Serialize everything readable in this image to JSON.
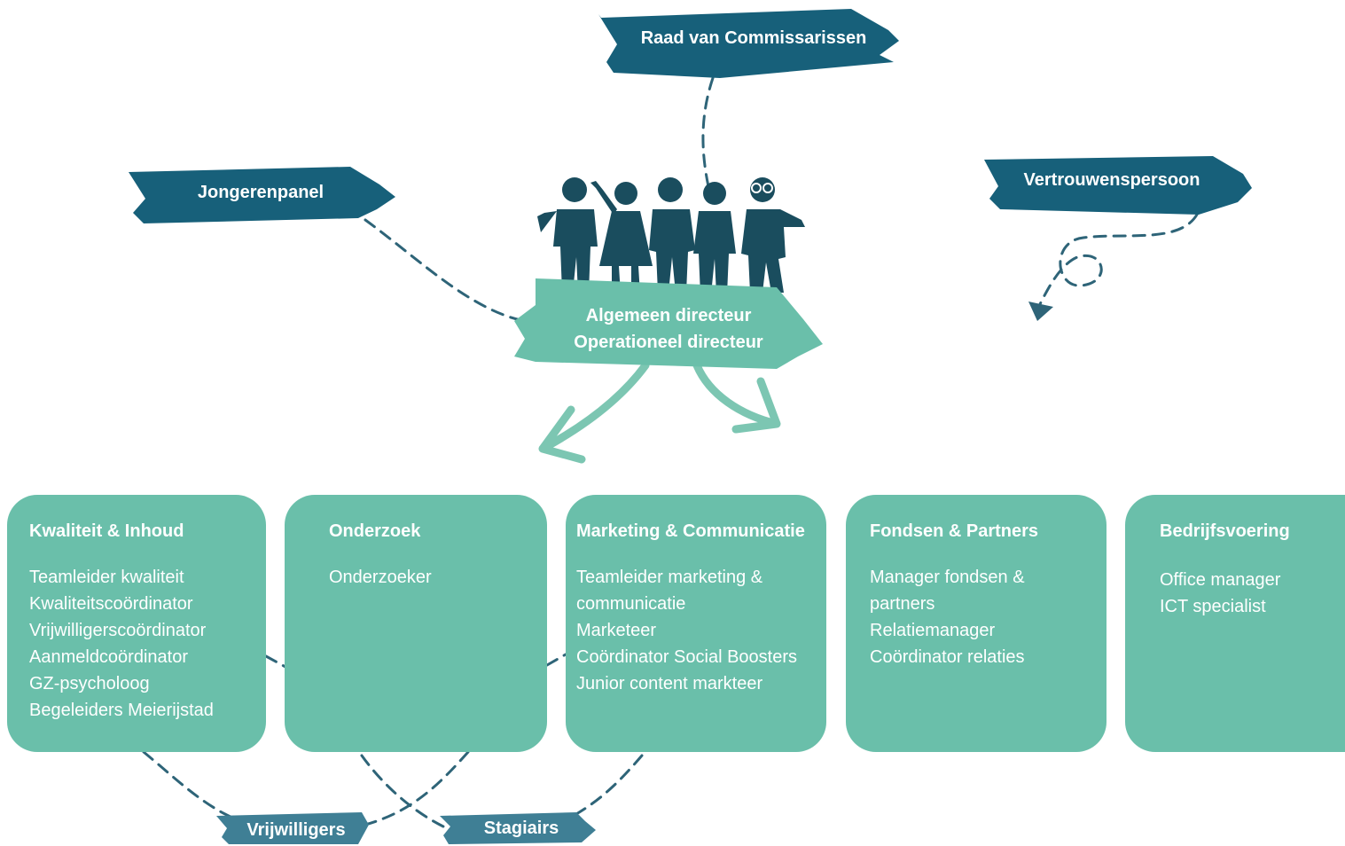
{
  "top_banner": "Raad van Commissarissen",
  "left_banner": "Jongerenpanel",
  "right_banner": "Vertrouwenspersoon",
  "center": {
    "icon": "group-of-people-icon",
    "line1": "Algemeen directeur",
    "line2": "Operationeel directeur"
  },
  "departments": [
    {
      "title": "Kwaliteit & Inhoud",
      "items": [
        "Teamleider kwaliteit",
        "Kwaliteitscoördinator",
        "Vrijwilligerscoördinator",
        "Aanmeldcoördinator",
        "GZ-psycholoog",
        "Begeleiders Meierijstad"
      ]
    },
    {
      "title": "Onderzoek",
      "items": [
        "Onderzoeker"
      ]
    },
    {
      "title": "Marketing & Communicatie",
      "items": [
        "Teamleider marketing &\ncommunicatie",
        "Marketeer",
        "Coördinator Social Boosters",
        "Junior content markteer"
      ]
    },
    {
      "title": "Fondsen & Partners",
      "items": [
        "Manager fondsen &\npartners",
        "Relatiemanager",
        "Coördinator relaties"
      ]
    },
    {
      "title": "Bedrijfsvoering",
      "items": [
        "Office manager",
        "ICT specialist"
      ]
    }
  ],
  "bottom_banners": {
    "volunteers": "Vrijwilligers",
    "interns": "Stagiairs"
  },
  "colors": {
    "dark_teal": "#17607a",
    "mid_teal": "#3f7f95",
    "light_teal": "#6abfaa",
    "people": "#1a4d5e",
    "connector": "#2e6478"
  }
}
